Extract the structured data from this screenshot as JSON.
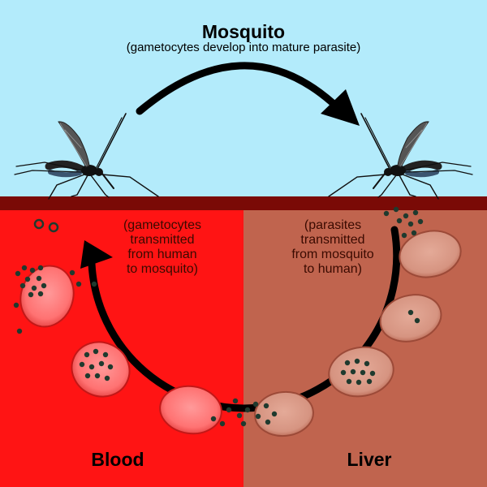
{
  "diagram": {
    "title": "Mosquito",
    "subtitle": "(gametocytes develop into mature parasite)",
    "blood_note": [
      "(gametocytes",
      "transmitted",
      "from human",
      "to mosquito)"
    ],
    "liver_note": [
      "(parasites",
      "transmitted",
      "from mosquito",
      "to human)"
    ],
    "blood_label": "Blood",
    "liver_label": "Liver"
  },
  "colors": {
    "sky": "#b3ebfb",
    "ground_band": "#7a0a06",
    "blood": "#ff1414",
    "liver": "#c0644e",
    "red_cell": "#ff7a7a",
    "liver_cell": "#d99a88",
    "parasite": "#1f3a2e",
    "arrow": "#000000"
  }
}
